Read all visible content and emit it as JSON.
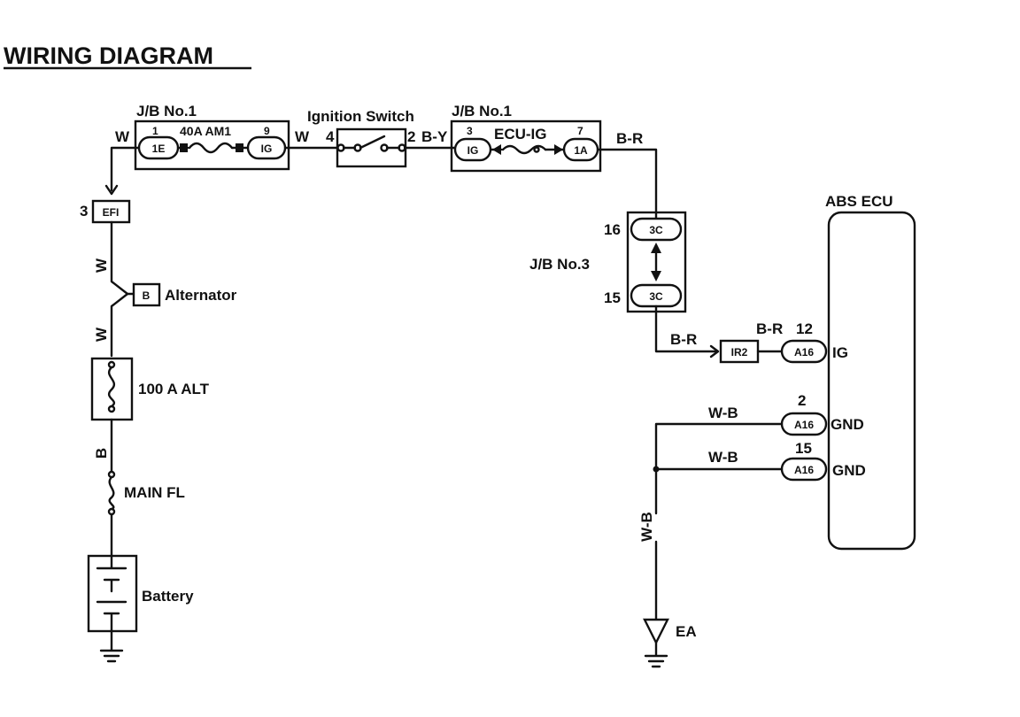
{
  "title": "WIRING DIAGRAM",
  "jb1_left": {
    "label": "J/B No.1",
    "pin_in": "1",
    "pin_out": "9",
    "fuse": "40A AM1",
    "conn_in": "1E",
    "conn_out": "IG"
  },
  "ignition_switch": {
    "label": "Ignition Switch",
    "pin_in": "4",
    "pin_out": "2"
  },
  "jb1_right": {
    "label": "J/B No.1",
    "pin_in": "3",
    "pin_out": "7",
    "fuse": "ECU-IG",
    "conn_in": "IG",
    "conn_out": "1A"
  },
  "jb3": {
    "label": "J/B No.3",
    "pin_top": "16",
    "pin_bottom": "15",
    "conn_top": "3C",
    "conn_bottom": "3C"
  },
  "efi": {
    "pin": "3",
    "label": "EFI"
  },
  "alternator": {
    "conn": "B",
    "label": "Alternator"
  },
  "fuse_alt": {
    "label": "100 A ALT"
  },
  "fuse_main": {
    "label": "MAIN FL"
  },
  "battery": {
    "label": "Battery"
  },
  "ir2": {
    "label": "IR2"
  },
  "abs_ecu": {
    "label": "ABS ECU",
    "terminals": [
      {
        "pin": "12",
        "wire": "B-R",
        "conn": "A16",
        "name": "IG"
      },
      {
        "pin": "2",
        "wire": "W-B",
        "conn": "A16",
        "name": "GND"
      },
      {
        "pin": "15",
        "wire": "W-B",
        "conn": "A16",
        "name": "GND"
      }
    ]
  },
  "ground": {
    "label": "EA"
  },
  "wire_colors": {
    "w1": "W",
    "w2": "W",
    "w3": "W",
    "w4": "W",
    "b": "B",
    "by": "B-Y",
    "br1": "B-R",
    "br2": "B-R",
    "wb_vert": "W-B"
  }
}
